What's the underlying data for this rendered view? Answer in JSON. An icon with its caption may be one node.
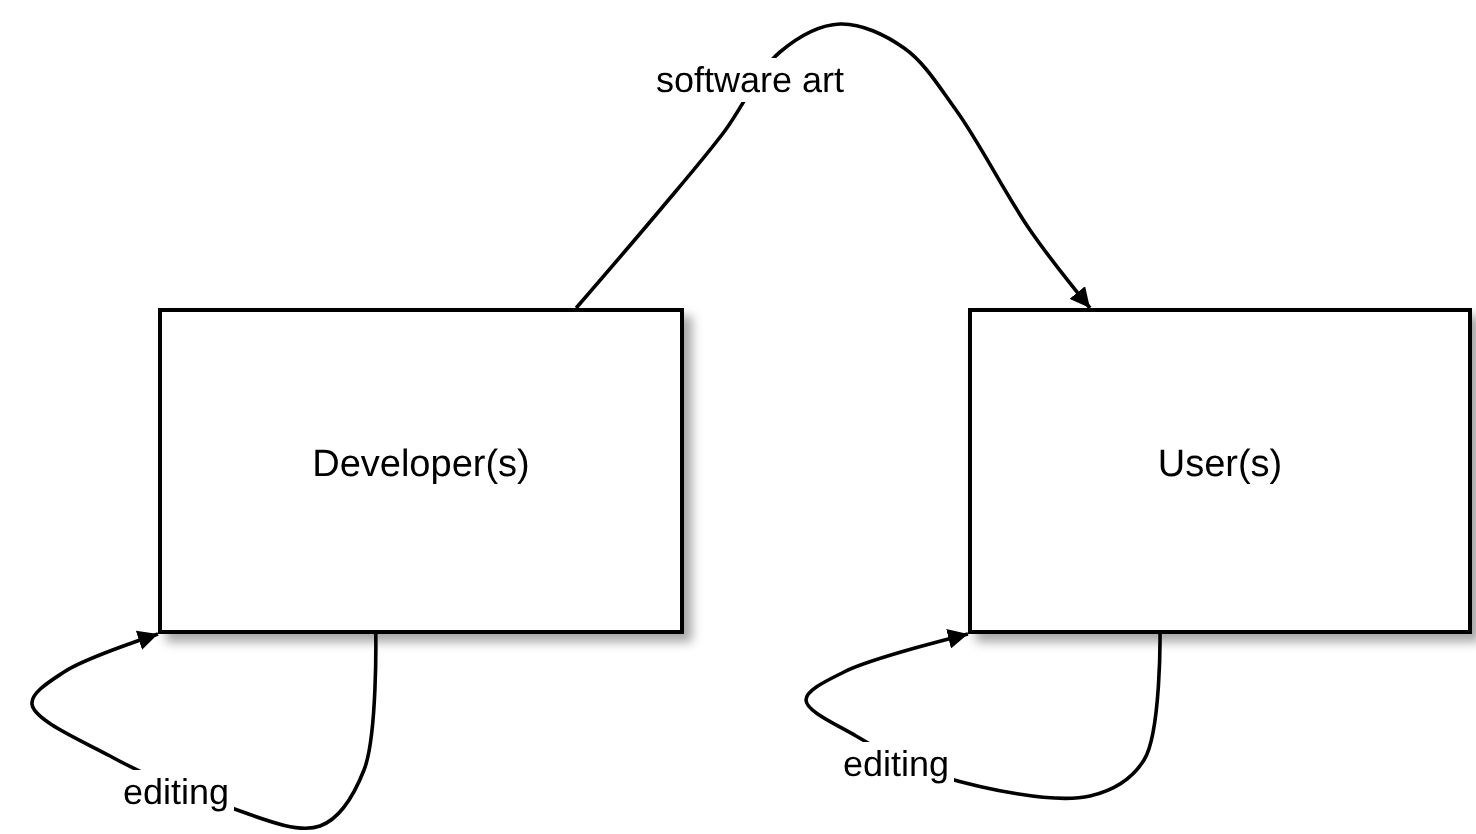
{
  "diagram": {
    "nodes": [
      {
        "text": [
          "Developer(s)"
        ]
      },
      {
        "text": [
          "User(s)"
        ]
      }
    ],
    "edges": [
      {
        "from": 0,
        "to": 1,
        "arrow": "to",
        "label": "software art"
      },
      {
        "from": 0,
        "to": 0,
        "arrow": "to",
        "label": "editing"
      },
      {
        "from": 1,
        "to": 1,
        "arrow": "to",
        "label": "editing"
      }
    ]
  }
}
